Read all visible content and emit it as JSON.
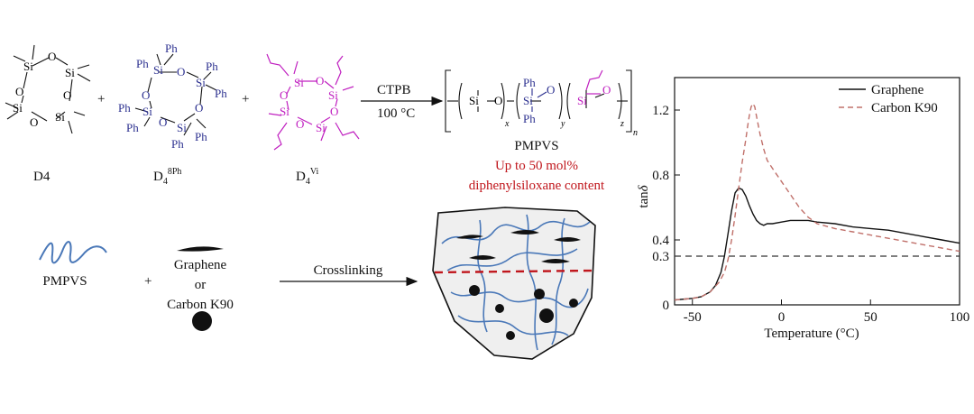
{
  "colors": {
    "ink": "#111111",
    "diphenyl": "#2b2f8f",
    "vinyl": "#c020c0",
    "highlight": "#c0161c",
    "chain": "#4a78b8",
    "carbon_series": "#c0706a"
  },
  "reaction": {
    "d4_label": "D4",
    "d4ph_label_base": "D",
    "d4ph_label_sub": "4",
    "d4ph_label_sup": "8Ph",
    "d4vi_label_base": "D",
    "d4vi_label_sub": "4",
    "d4vi_label_sup": "Vi",
    "plus": "+",
    "catalyst": "CTPB",
    "temperature": "100 °C",
    "product_label": "PMPVS",
    "note_line1": "Up to 50 mol%",
    "note_line2": "diphenylsiloxane content",
    "atoms": {
      "si": "Si",
      "o": "O",
      "ph": "Ph"
    },
    "subscripts": {
      "x": "x",
      "y": "y",
      "z": "z",
      "n": "n"
    }
  },
  "crosslink": {
    "pmpvs_label": "PMPVS",
    "plus": "+",
    "filler_line1": "Graphene",
    "filler_line2": "or",
    "filler_line3": "Carbon K90",
    "arrow_label": "Crosslinking"
  },
  "chart_data": {
    "type": "line",
    "title": "",
    "xlabel": "Temperature (°C)",
    "ylabel_base": "tan",
    "ylabel_italic": "δ",
    "xlim": [
      -60,
      100
    ],
    "ylim": [
      0,
      1.4
    ],
    "xticks": [
      -50,
      0,
      50,
      100
    ],
    "yticks": [
      0,
      0.3,
      0.4,
      0.8,
      1.2
    ],
    "ytick_labels": [
      "0",
      "0.3",
      "0.4",
      "0.8",
      "1.2"
    ],
    "legend_position": "top-right",
    "reference_line": {
      "y": 0.3,
      "style": "dashed"
    },
    "series": [
      {
        "name": "Graphene",
        "style": "solid",
        "x": [
          -60,
          -50,
          -45,
          -40,
          -37,
          -34,
          -32,
          -30,
          -28,
          -26,
          -24,
          -22,
          -20,
          -18,
          -16,
          -14,
          -12,
          -10,
          -8,
          -5,
          0,
          5,
          10,
          15,
          20,
          30,
          40,
          50,
          60,
          70,
          80,
          90,
          100
        ],
        "y": [
          0.03,
          0.04,
          0.05,
          0.08,
          0.12,
          0.2,
          0.3,
          0.44,
          0.58,
          0.69,
          0.72,
          0.71,
          0.67,
          0.61,
          0.56,
          0.52,
          0.5,
          0.49,
          0.5,
          0.5,
          0.51,
          0.52,
          0.52,
          0.52,
          0.51,
          0.5,
          0.48,
          0.47,
          0.46,
          0.44,
          0.42,
          0.4,
          0.38
        ]
      },
      {
        "name": "Carbon K90",
        "style": "dashed",
        "x": [
          -60,
          -50,
          -45,
          -40,
          -35,
          -32,
          -30,
          -28,
          -26,
          -24,
          -22,
          -20,
          -19,
          -18,
          -17,
          -16,
          -15,
          -14,
          -12,
          -10,
          -8,
          -5,
          0,
          5,
          10,
          15,
          20,
          30,
          40,
          50,
          60,
          70,
          80,
          90,
          100
        ],
        "y": [
          0.03,
          0.04,
          0.05,
          0.08,
          0.14,
          0.2,
          0.28,
          0.4,
          0.55,
          0.72,
          0.88,
          1.02,
          1.1,
          1.17,
          1.22,
          1.24,
          1.22,
          1.16,
          1.05,
          0.96,
          0.89,
          0.84,
          0.76,
          0.68,
          0.6,
          0.54,
          0.5,
          0.47,
          0.45,
          0.43,
          0.41,
          0.39,
          0.37,
          0.35,
          0.33
        ]
      }
    ]
  }
}
